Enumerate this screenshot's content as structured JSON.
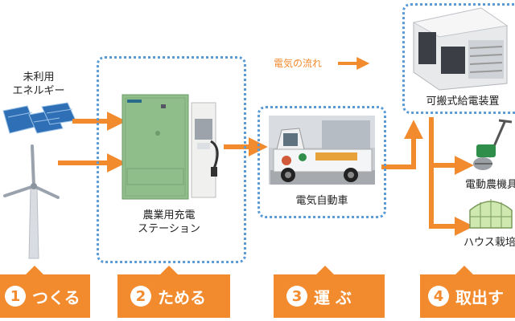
{
  "labels": {
    "unused_energy": [
      "未利用",
      "エネルギー"
    ],
    "station": [
      "農業用充電",
      "ステーション"
    ],
    "flow": "電気の流れ",
    "ev": "電気自動車",
    "portable": "可搬式給電装置",
    "tiller": "電動農機具",
    "house": "ハウス栽培"
  },
  "steps": [
    {
      "num": "1",
      "text": "つくる"
    },
    {
      "num": "2",
      "text": "ためる"
    },
    {
      "num": "3",
      "text": "運 ぶ"
    },
    {
      "num": "4",
      "text": "取出す"
    }
  ],
  "colors": {
    "arrow": "#f28a2e",
    "box_border": "#5b9bd5"
  }
}
